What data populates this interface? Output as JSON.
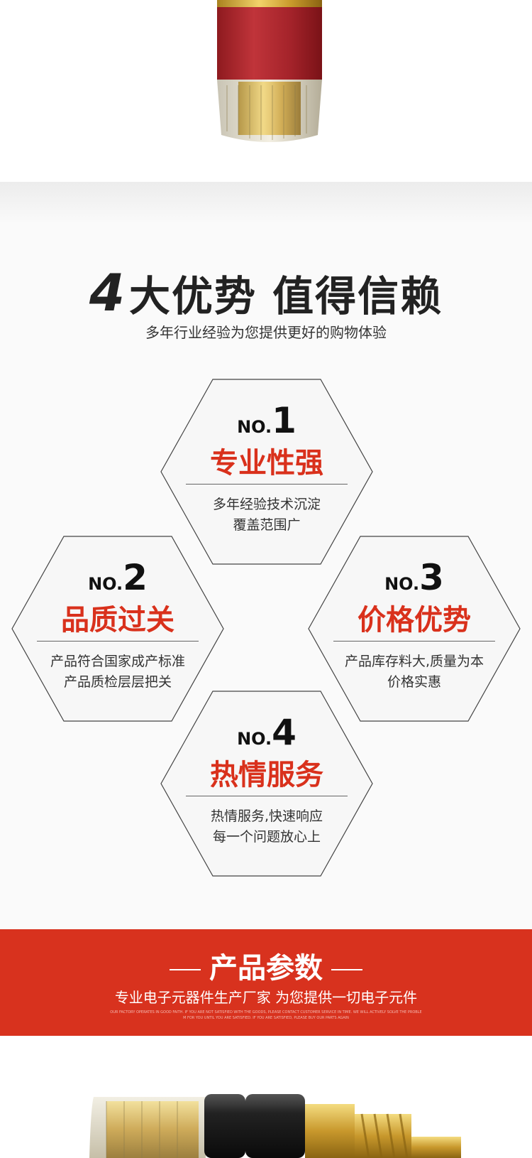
{
  "header": {
    "title_number": "4",
    "title_text": "大优势 值得信赖",
    "subtitle": "多年行业经验为您提供更好的购物体验"
  },
  "advantages": [
    {
      "prefix": "NO.",
      "number": "1",
      "title": "专业性强",
      "line1": "多年经验技术沉淀",
      "line2": "覆盖范围广"
    },
    {
      "prefix": "NO.",
      "number": "2",
      "title": "品质过关",
      "line1": "产品符合国家成产标准",
      "line2": "产品质检层层把关"
    },
    {
      "prefix": "NO.",
      "number": "3",
      "title": "价格优势",
      "line1": "产品库存料大,质量为本",
      "line2": "价格实惠"
    },
    {
      "prefix": "NO.",
      "number": "4",
      "title": "热情服务",
      "line1": "热情服务,快速响应",
      "line2": "每一个问题放心上"
    }
  ],
  "banner": {
    "title": "产品参数",
    "subtitle": "专业电子元器件生产厂家 为您提供一切电子元件",
    "fine_print_1": "OUR FACTORY OPERATES IN GOOD FAITH. IF YOU ARE NOT SATISFIED WITH THE GOODS, PLEASE CONTACT CUSTOMER SERVICE IN TIME. WE WILL ACTIVELY SOLVE THE PROBLE",
    "fine_print_2": "M FOR YOU UNTIL YOU ARE SATISFIED. IF YOU ARE SATISFIED, PLEASE BUY OUR PARTS AGAIN"
  },
  "colors": {
    "accent": "#d9311c",
    "banner": "#d8321e",
    "text": "#222222"
  }
}
